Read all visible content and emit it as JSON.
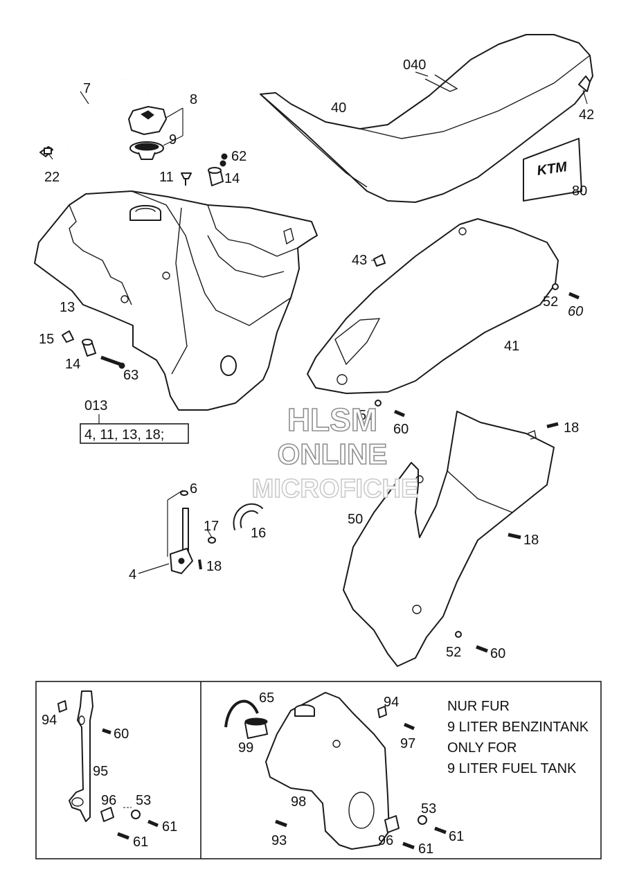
{
  "labels": {
    "l7": "7",
    "l8": "8",
    "l9": "9",
    "l22": "22",
    "l62": "62",
    "l11": "11",
    "l14a": "14",
    "l13": "13",
    "l15": "15",
    "l14b": "14",
    "l63": "63",
    "l013": "013",
    "kit": "4, 11, 13, 18;",
    "l040": "040",
    "l40": "40",
    "l42": "42",
    "l80": "80",
    "l43": "43",
    "l52a": "52",
    "l60a": "60",
    "l41": "41",
    "l52b": "52",
    "l60b": "60",
    "l18a": "18",
    "l50": "50",
    "l18b": "18",
    "l52c": "52",
    "l60c": "60",
    "l6": "6",
    "l17": "17",
    "l16": "16",
    "l4": "4",
    "l18c": "18",
    "l94a": "94",
    "l60d": "60",
    "l95": "95",
    "l96a": "96",
    "l53a": "53",
    "l61a": "61",
    "l61b": "61",
    "l65": "65",
    "l99": "99",
    "l98": "98",
    "l93": "93",
    "l94b": "94",
    "l97": "97",
    "l53b": "53",
    "l61c": "61",
    "l96b": "96",
    "l61d": "61"
  },
  "note": {
    "line1": "NUR FUR",
    "line2": "9 LITER BENZINTANK",
    "line3": "ONLY FOR",
    "line4": "9 LITER FUEL TANK"
  },
  "badge": {
    "brand": "KTM"
  },
  "watermark": {
    "line1": "HLSM",
    "line2": "ONLINE",
    "line3": "MICROFICHE"
  }
}
